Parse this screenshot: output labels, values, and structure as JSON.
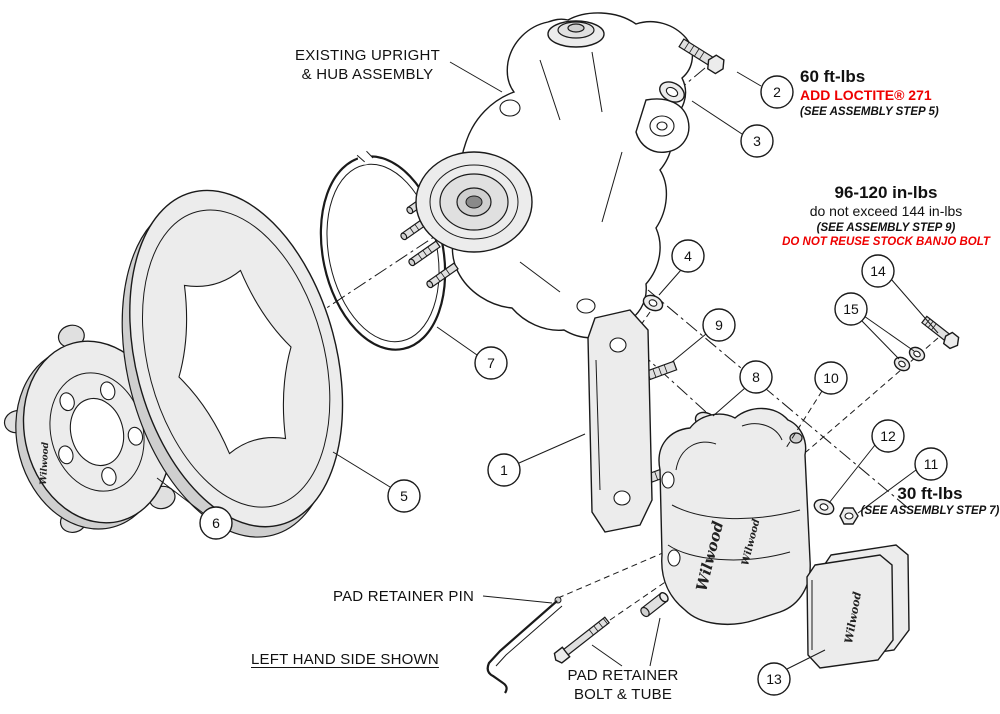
{
  "colors": {
    "warning_red": "#ee0000",
    "line_black": "#1a1a1a",
    "part_fill": "#ececec"
  },
  "logo_text": "Wilwood",
  "labels": {
    "upright_line1": "EXISTING UPRIGHT",
    "upright_line2": "& HUB ASSEMBLY",
    "pad_retainer_pin": "PAD RETAINER PIN",
    "pad_retainer_bolt_line1": "PAD RETAINER",
    "pad_retainer_bolt_line2": "BOLT & TUBE",
    "side_shown": "LEFT HAND SIDE SHOWN"
  },
  "notes": {
    "torque60": {
      "value": "60 ft-lbs",
      "loctite": "ADD LOCTITE® 271",
      "step": "(SEE ASSEMBLY STEP 5)"
    },
    "torque96": {
      "value": "96-120 in-lbs",
      "limit": "do not exceed 144 in-lbs",
      "step": "(SEE ASSEMBLY STEP 9)",
      "warning": "DO NOT REUSE STOCK BANJO BOLT"
    },
    "torque30": {
      "value": "30 ft-lbs",
      "step": "(SEE ASSEMBLY STEP 7)"
    }
  },
  "callouts": {
    "c1": "1",
    "c2": "2",
    "c3": "3",
    "c4": "4",
    "c5": "5",
    "c6": "6",
    "c7": "7",
    "c8": "8",
    "c9": "9",
    "c10": "10",
    "c11": "11",
    "c12": "12",
    "c13": "13",
    "c14": "14",
    "c15": "15"
  }
}
